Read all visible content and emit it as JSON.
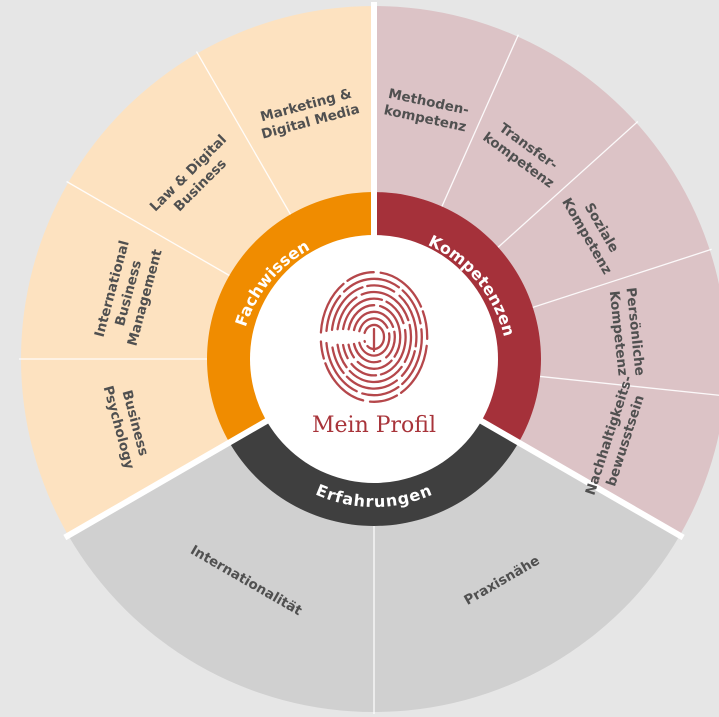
{
  "center": {
    "label": "Mein Profil",
    "icon": "fingerprint-icon",
    "icon_color": "#b5474b"
  },
  "colors": {
    "background": "#e6e6e6",
    "fachwissen_ring": "#f08c00",
    "fachwissen_outer": "#fde2c0",
    "kompetenzen_ring": "#a5313a",
    "kompetenzen_outer": "#dcc3c6",
    "erfahrungen_ring": "#3f3f3f",
    "erfahrungen_outer": "#d0d0d0",
    "label_text": "#505050"
  },
  "segments": [
    {
      "id": "fachwissen",
      "label": "Fachwissen",
      "items": [
        [
          "Business",
          "Psychology"
        ],
        [
          "International",
          "Business",
          "Management"
        ],
        [
          "Law & Digital",
          "Business"
        ],
        [
          "Marketing &",
          "Digital Media"
        ]
      ]
    },
    {
      "id": "kompetenzen",
      "label": "Kompetenzen",
      "items": [
        [
          "Methoden-",
          "kompetenz"
        ],
        [
          "Transfer-",
          "kompetenz"
        ],
        [
          "Soziale",
          "Kompetenz"
        ],
        [
          "Persönliche",
          "Kompetenz"
        ],
        [
          "Nachhaltigkeits-",
          "bewusstsein"
        ]
      ]
    },
    {
      "id": "erfahrungen",
      "label": "Erfahrungen",
      "items": [
        [
          "Praxisnähe"
        ],
        [
          "Internationalität"
        ]
      ]
    }
  ]
}
